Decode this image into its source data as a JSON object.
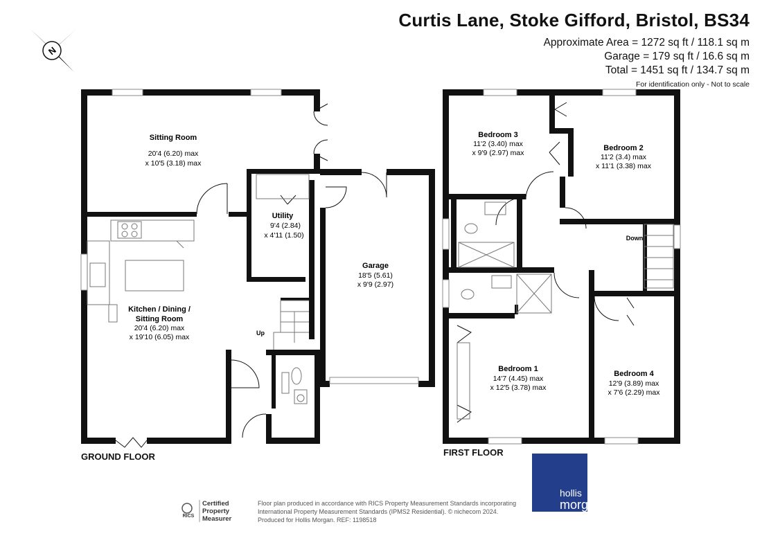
{
  "header": {
    "title": "Curtis Lane, Stoke Gifford, Bristol, BS34",
    "area_line": "Approximate Area = 1272 sq ft / 118.1 sq m",
    "garage_line": "Garage = 179 sq ft / 16.6 sq m",
    "total_line": "Total = 1451 sq ft / 134.7 sq m",
    "note": "For identification only - Not to scale"
  },
  "compass": {
    "label": "N"
  },
  "ground_floor": {
    "label": "GROUND FLOOR",
    "sitting_room": {
      "name": "Sitting Room",
      "dim1": "20'4 (6.20) max",
      "dim2": "x 10'5 (3.18) max"
    },
    "utility": {
      "name": "Utility",
      "dim1": "9'4 (2.84)",
      "dim2": "x 4'11 (1.50)"
    },
    "kitchen": {
      "name1": "Kitchen / Dining /",
      "name2": "Sitting Room",
      "dim1": "20'4 (6.20) max",
      "dim2": "x 19'10 (6.05) max"
    },
    "stairs_label": "Up",
    "garage": {
      "name": "Garage",
      "dim1": "18'5 (5.61)",
      "dim2": "x 9'9 (2.97)"
    }
  },
  "first_floor": {
    "label": "FIRST FLOOR",
    "bedroom3": {
      "name": "Bedroom 3",
      "dim1": "11'2 (3.40) max",
      "dim2": "x 9'9 (2.97) max"
    },
    "bedroom2": {
      "name": "Bedroom 2",
      "dim1": "11'2 (3.4) max",
      "dim2": "x 11'1 (3.38) max"
    },
    "bedroom1": {
      "name": "Bedroom 1",
      "dim1": "14'7 (4.45) max",
      "dim2": "x 12'5 (3.78) max"
    },
    "bedroom4": {
      "name": "Bedroom 4",
      "dim1": "12'9 (3.89) max",
      "dim2": "x 7'6 (2.29) max"
    },
    "stairs_label": "Down"
  },
  "branding": {
    "hollis": "hollis",
    "morgan": "morgan",
    "color": "#233e8b"
  },
  "footer": {
    "rics": "RICS",
    "cert1": "Certified",
    "cert2": "Property",
    "cert3": "Measurer",
    "line1": "Floor plan produced in accordance with RICS Property Measurement Standards incorporating",
    "line2": "International Property Measurement Standards (IPMS2 Residential).  © nichecom 2024.",
    "line3": "Produced for Hollis Morgan.   REF:  1198518"
  },
  "colors": {
    "wall": "#111111",
    "fixture": "#777777",
    "window": "#9a9a9a"
  }
}
